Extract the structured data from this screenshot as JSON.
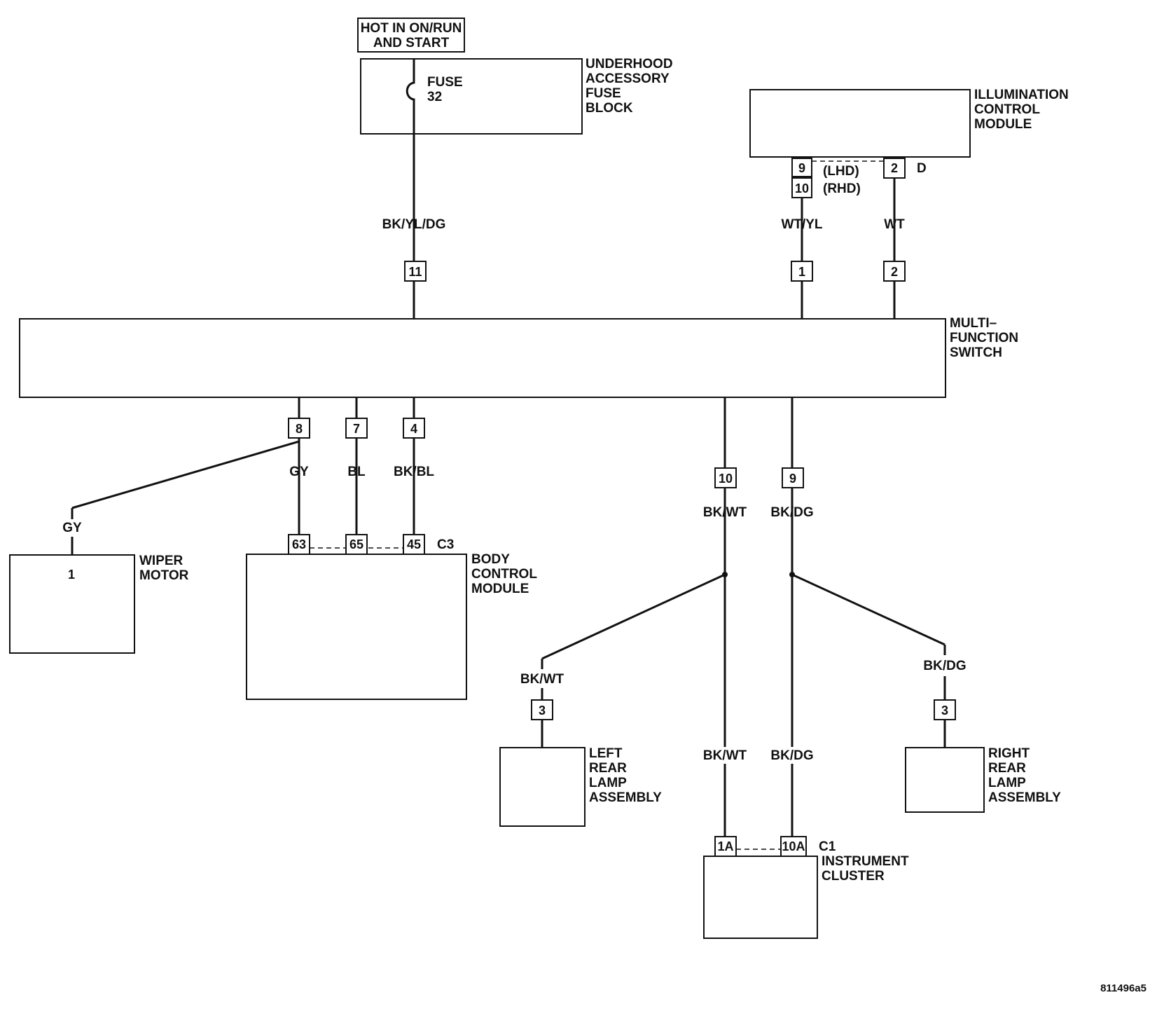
{
  "hot_label": {
    "line1": "HOT IN ON/RUN",
    "line2": "AND START"
  },
  "fuse_block": {
    "lines": [
      "UNDERHOOD",
      "ACCESSORY",
      "FUSE",
      "BLOCK"
    ],
    "fuse_label": "FUSE",
    "fuse_number": "32"
  },
  "illumination_module": {
    "lines": [
      "ILLUMINATION",
      "CONTROL",
      "MODULE"
    ],
    "pin_9": "9",
    "pin_10": "10",
    "lhd": "(LHD)",
    "rhd": "(RHD)",
    "pin_2": "2",
    "connector": "D"
  },
  "multifunction_switch": {
    "lines": [
      "MULTI–",
      "FUNCTION",
      "SWITCH"
    ],
    "pins_top": [
      "11",
      "1",
      "2"
    ],
    "pins_bottom": [
      "8",
      "7",
      "4",
      "10",
      "9"
    ]
  },
  "wires": {
    "fuse_out": "BK/YL/DG",
    "ill_wt_yl": "WT/YL",
    "ill_wt": "WT",
    "gy_switch": "GY",
    "gy_wiper": "GY",
    "bl": "BL",
    "bk_bl": "BK/BL",
    "bk_wt_top": "BK/WT",
    "bk_dg_top": "BK/DG",
    "bk_wt_left": "BK/WT",
    "bk_dg_right": "BK/DG",
    "bk_wt_cluster": "BK/WT",
    "bk_dg_cluster": "BK/DG"
  },
  "wiper_motor": {
    "lines": [
      "WIPER",
      "MOTOR"
    ],
    "pin": "1"
  },
  "body_control_module": {
    "lines": [
      "BODY",
      "CONTROL",
      "MODULE"
    ],
    "pins": [
      "63",
      "65",
      "45"
    ],
    "connector": "C3"
  },
  "left_rear_lamp": {
    "lines": [
      "LEFT",
      "REAR",
      "LAMP",
      "ASSEMBLY"
    ],
    "pin": "3"
  },
  "right_rear_lamp": {
    "lines": [
      "RIGHT",
      "REAR",
      "LAMP",
      "ASSEMBLY"
    ],
    "pin": "3"
  },
  "instrument_cluster": {
    "lines": [
      "INSTRUMENT",
      "CLUSTER"
    ],
    "pins": [
      "1A",
      "10A"
    ],
    "connector": "C1"
  },
  "figure_id": "811496a5"
}
